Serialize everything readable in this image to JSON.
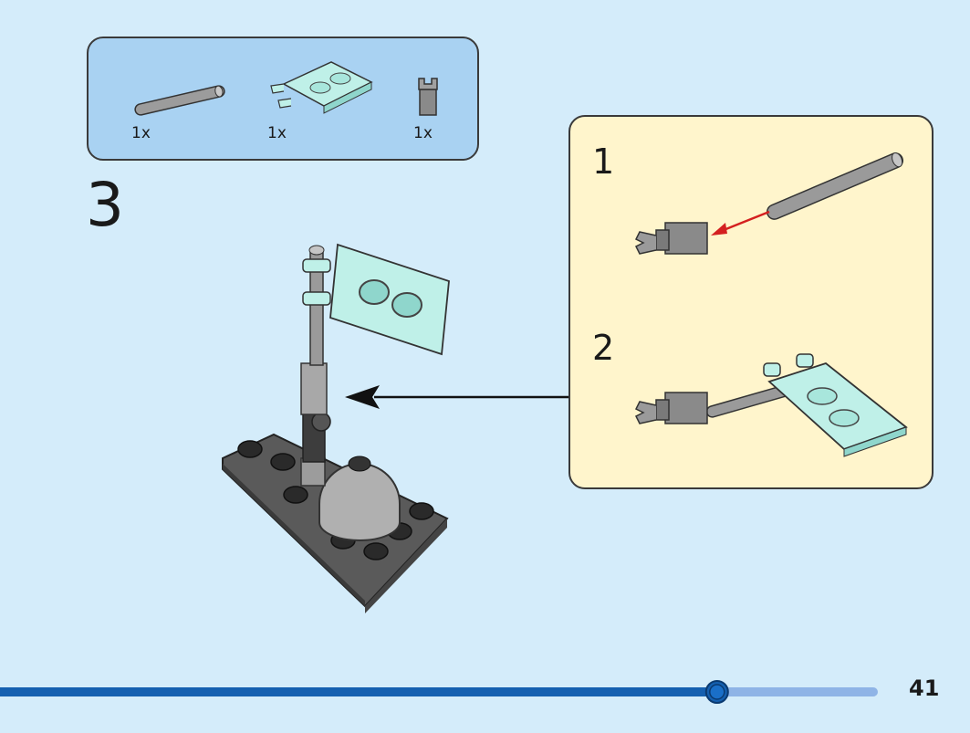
{
  "parts_list": {
    "items": [
      {
        "name": "bar-icon",
        "qty": "1x"
      },
      {
        "name": "flag-tile-icon",
        "qty": "1x"
      },
      {
        "name": "clip-bar-holder-icon",
        "qty": "1x"
      }
    ]
  },
  "step": {
    "number": "3"
  },
  "substeps": [
    {
      "number": "1"
    },
    {
      "number": "2"
    }
  ],
  "footer": {
    "page_number": "41",
    "progress": 0.9
  },
  "colors": {
    "background": "#d4ecfa",
    "parts_box": "#a9d2f2",
    "substep_box": "#fff5cc",
    "progress_fill": "#1560b0",
    "progress_track": "#8fb4e6",
    "arrow_red": "#d42020"
  }
}
